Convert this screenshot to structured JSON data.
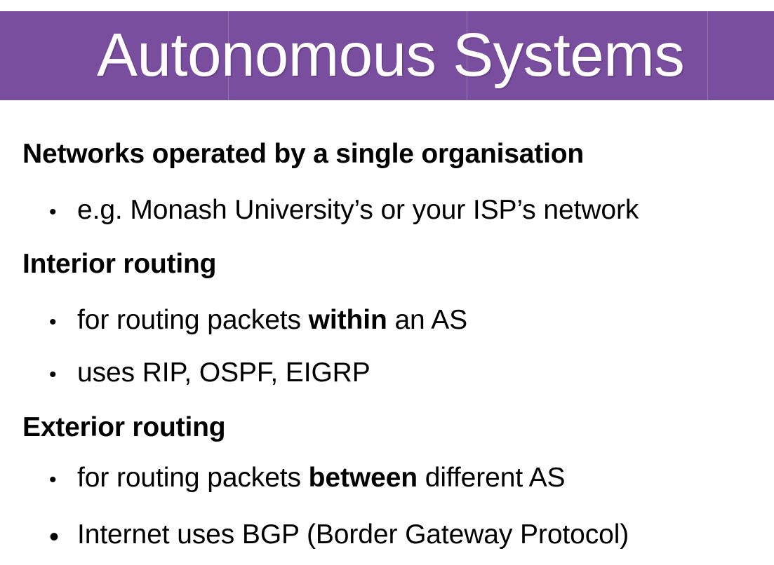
{
  "slide": {
    "title": "Autonomous Systems",
    "banner_color": "#7a4e9e",
    "title_color": "#ffffff",
    "background_color": "#ffffff",
    "text_color": "#000000"
  },
  "content": {
    "blocks": [
      {
        "kind": "heading",
        "text": "Networks operated by a single organisation"
      },
      {
        "kind": "bullet",
        "marker": "•",
        "text": "e.g. Monash University’s or your ISP’s network"
      },
      {
        "kind": "heading",
        "text": "Interior routing"
      },
      {
        "kind": "bullet",
        "marker": "•",
        "prefix": "for routing packets ",
        "emphasis": "within",
        "suffix": " an AS"
      },
      {
        "kind": "bullet",
        "marker": "•",
        "text": "uses RIP, OSPF, EIGRP"
      },
      {
        "kind": "heading",
        "text": "Exterior routing"
      },
      {
        "kind": "bullet",
        "marker": "•",
        "prefix": "for routing packets ",
        "emphasis": "between",
        "suffix": " different AS"
      },
      {
        "kind": "bullet",
        "marker": "•",
        "text": "Internet uses BGP (Border Gateway Protocol)"
      }
    ]
  }
}
